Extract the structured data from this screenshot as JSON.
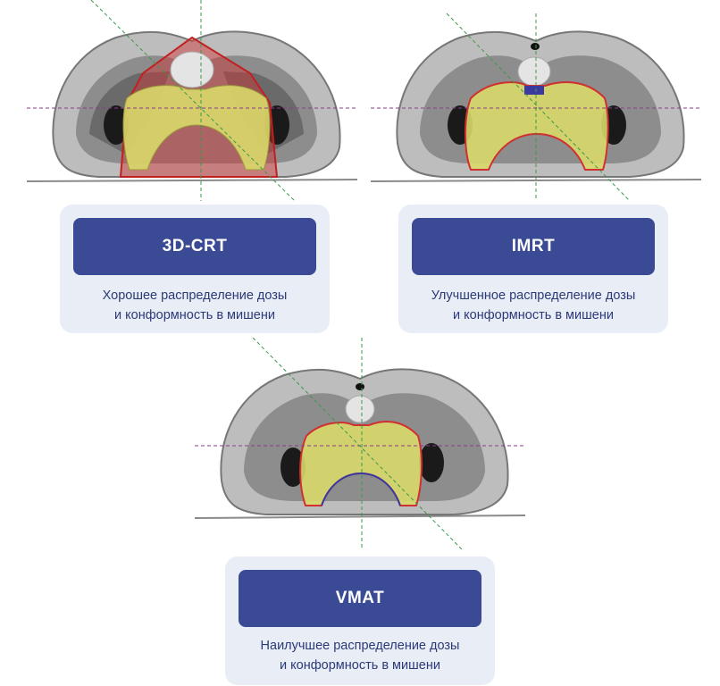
{
  "cards": [
    {
      "title": "3D-CRT",
      "line1": "Хорошее распределение дозы",
      "line2": "и конформность в мишени"
    },
    {
      "title": "IMRT",
      "line1": "Улучшенное распределение дозы",
      "line2": "и конформность в мишени"
    },
    {
      "title": "VMAT",
      "line1": "Наилучшее распределение дозы",
      "line2": "и конформность в мишени"
    }
  ],
  "colors": {
    "pill": "#3a4a95",
    "card_bg": "#e9edf5",
    "text": "#2b3a78",
    "target_fill": "#d8d86a",
    "dose_red": "#d03030",
    "crosshair_green": "#3a9a4a",
    "crosshair_purple": "#8a3a8a"
  }
}
